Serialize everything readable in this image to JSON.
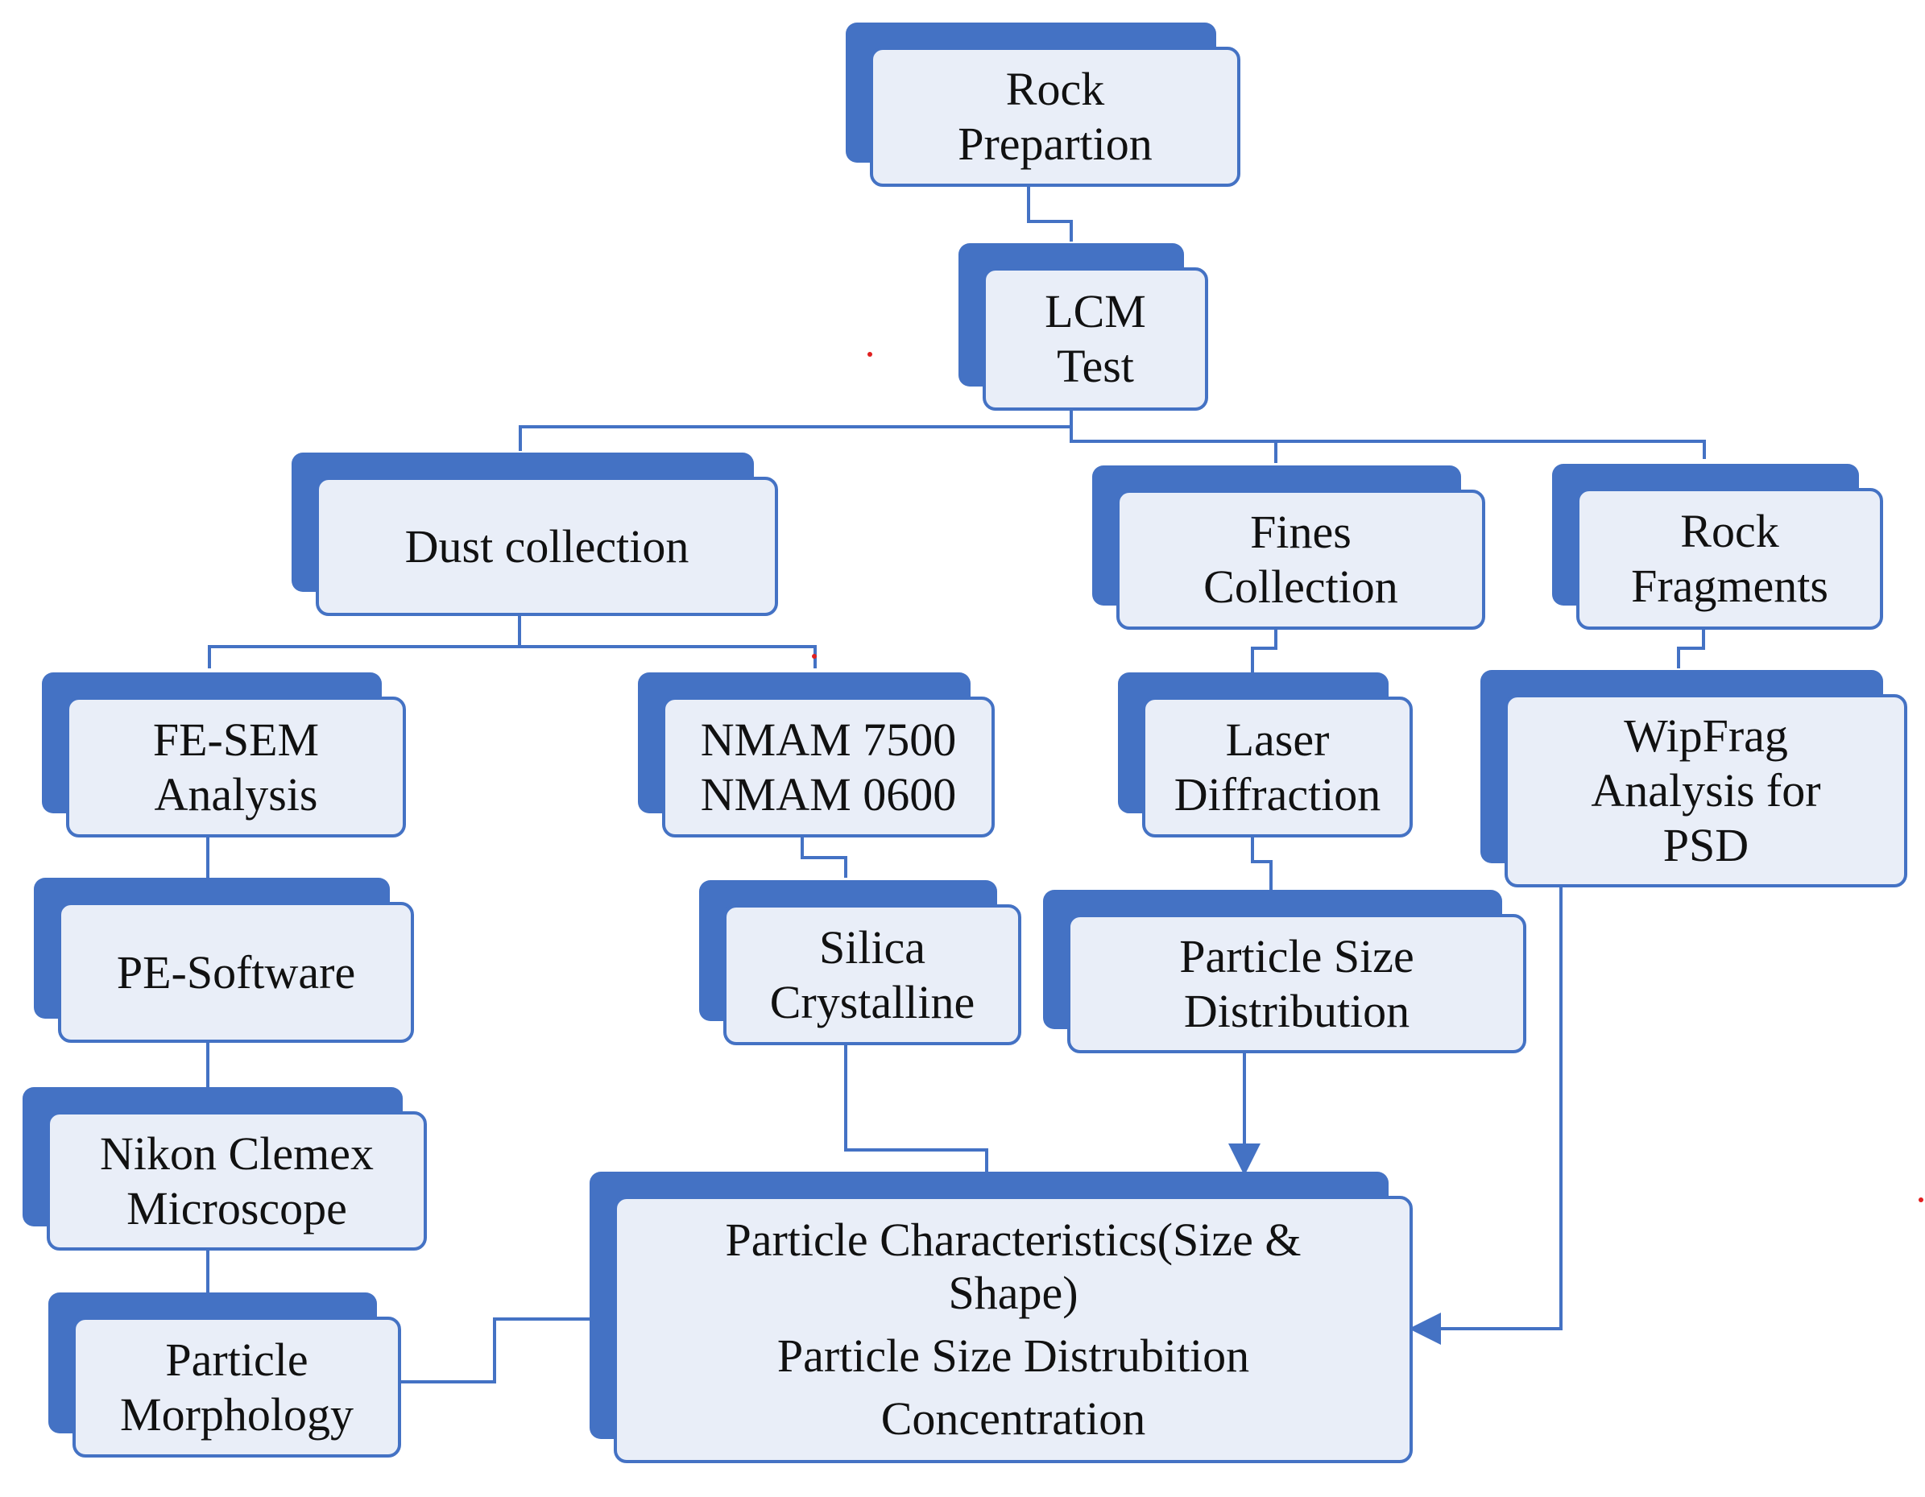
{
  "diagram": {
    "nodes": [
      {
        "id": "rock-prep",
        "lines": [
          "Rock",
          "Prepartion"
        ]
      },
      {
        "id": "lcm-test",
        "lines": [
          "LCM",
          "Test"
        ]
      },
      {
        "id": "dust-collection",
        "lines": [
          "Dust collection"
        ]
      },
      {
        "id": "fines-collection",
        "lines": [
          "Fines",
          "Collection"
        ]
      },
      {
        "id": "rock-fragments",
        "lines": [
          "Rock",
          "Fragments"
        ]
      },
      {
        "id": "fe-sem",
        "lines": [
          "FE-SEM",
          "Analysis"
        ]
      },
      {
        "id": "nmam",
        "lines": [
          "NMAM 7500",
          "NMAM 0600"
        ]
      },
      {
        "id": "laser-diffraction",
        "lines": [
          "Laser",
          "Diffraction"
        ]
      },
      {
        "id": "wipfrag",
        "lines": [
          "WipFrag",
          "Analysis for",
          "PSD"
        ]
      },
      {
        "id": "pe-software",
        "lines": [
          "PE-Software"
        ]
      },
      {
        "id": "silica",
        "lines": [
          "Silica",
          "Crystalline"
        ]
      },
      {
        "id": "psd",
        "lines": [
          "Particle Size",
          "Distribution"
        ]
      },
      {
        "id": "nikon",
        "lines": [
          "Nikon Clemex",
          "Microscope"
        ]
      },
      {
        "id": "morphology",
        "lines": [
          "Particle",
          "Morphology"
        ]
      },
      {
        "id": "characteristics",
        "lines": [
          "Particle Characteristics(Size &",
          "Shape)",
          "Particle Size Distrubition",
          "Concentration"
        ]
      }
    ],
    "connectors": [
      {
        "from": "rock-prep",
        "to": "lcm-test",
        "arrow": false
      },
      {
        "from": "lcm-test",
        "to": "dust-collection",
        "arrow": false
      },
      {
        "from": "lcm-test",
        "to": "fines-collection",
        "arrow": false
      },
      {
        "from": "lcm-test",
        "to": "rock-fragments",
        "arrow": false
      },
      {
        "from": "dust-collection",
        "to": "fe-sem",
        "arrow": false
      },
      {
        "from": "dust-collection",
        "to": "nmam",
        "arrow": false
      },
      {
        "from": "fine-collection",
        "to": "laser-diffraction",
        "arrow": false
      },
      {
        "from": "rock-fragments",
        "to": "wipfrag",
        "arrow": false
      },
      {
        "from": "fe-sem",
        "to": "pe-software",
        "arrow": false
      },
      {
        "from": "pe-software",
        "to": "nikon",
        "arrow": false
      },
      {
        "from": "nikon",
        "to": "morphology",
        "arrow": false
      },
      {
        "from": "nmam",
        "to": "silica",
        "arrow": false
      },
      {
        "from": "laser-diffraction",
        "to": "psd",
        "arrow": false
      },
      {
        "from": "silica",
        "to": "characteristics",
        "arrow": false
      },
      {
        "from": "psd",
        "to": "characteristics",
        "arrow": true
      },
      {
        "from": "wipfrag",
        "to": "characteristics",
        "arrow": true
      },
      {
        "from": "morphology",
        "to": "characteristics",
        "arrow": false
      }
    ],
    "colors": {
      "accent": "#4472c4",
      "fill": "#e9eef8",
      "text": "#111111",
      "marker": "#e02020"
    }
  }
}
